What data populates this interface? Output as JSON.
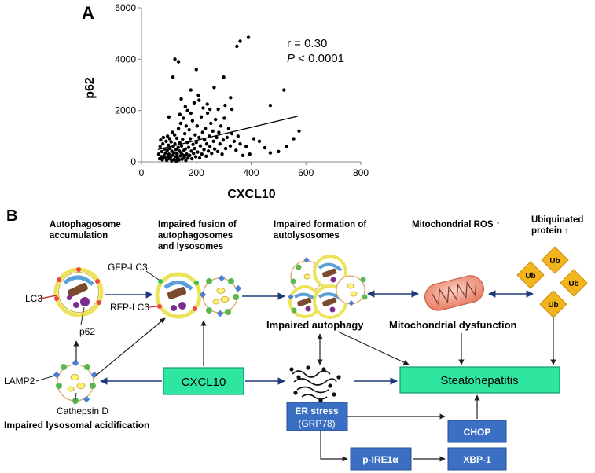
{
  "panel_a": {
    "letter": "A",
    "xlabel": "CXCL10",
    "ylabel": "p62",
    "stat_r": "r = 0.30",
    "stat_p_italic": "P",
    "stat_p_rest": " < 0.0001",
    "xticks": [
      "0",
      "200",
      "400",
      "600",
      "800"
    ],
    "yticks": [
      "0",
      "2000",
      "4000",
      "6000"
    ]
  },
  "chart_data": {
    "type": "scatter",
    "xlabel": "CXCL10",
    "ylabel": "p62",
    "xlim": [
      0,
      800
    ],
    "ylim": [
      0,
      6000
    ],
    "x_ticks": [
      0,
      200,
      400,
      600,
      800
    ],
    "y_ticks": [
      0,
      2000,
      4000,
      6000
    ],
    "annotations": [
      "r = 0.30",
      "P < 0.0001"
    ],
    "trend_line": {
      "x": [
        60,
        570
      ],
      "y": [
        480,
        1780
      ]
    },
    "points": [
      [
        63,
        300
      ],
      [
        66,
        120
      ],
      [
        68,
        600
      ],
      [
        70,
        850
      ],
      [
        72,
        200
      ],
      [
        74,
        400
      ],
      [
        76,
        80
      ],
      [
        78,
        700
      ],
      [
        80,
        950
      ],
      [
        82,
        250
      ],
      [
        84,
        500
      ],
      [
        86,
        150
      ],
      [
        88,
        350
      ],
      [
        90,
        800
      ],
      [
        92,
        60
      ],
      [
        94,
        450
      ],
      [
        95,
        1000
      ],
      [
        96,
        220
      ],
      [
        98,
        650
      ],
      [
        100,
        300
      ],
      [
        101,
        120
      ],
      [
        103,
        900
      ],
      [
        104,
        520
      ],
      [
        106,
        180
      ],
      [
        108,
        780
      ],
      [
        110,
        40
      ],
      [
        111,
        410
      ],
      [
        113,
        1150
      ],
      [
        114,
        260
      ],
      [
        116,
        600
      ],
      [
        118,
        90
      ],
      [
        119,
        350
      ],
      [
        121,
        1050
      ],
      [
        122,
        700
      ],
      [
        124,
        200
      ],
      [
        126,
        480
      ],
      [
        127,
        30
      ],
      [
        129,
        920
      ],
      [
        130,
        310
      ],
      [
        132,
        150
      ],
      [
        134,
        560
      ],
      [
        135,
        1300
      ],
      [
        137,
        80
      ],
      [
        138,
        420
      ],
      [
        140,
        740
      ],
      [
        142,
        230
      ],
      [
        143,
        1500
      ],
      [
        145,
        350
      ],
      [
        146,
        620
      ],
      [
        148,
        100
      ],
      [
        150,
        880
      ],
      [
        152,
        260
      ],
      [
        153,
        1700
      ],
      [
        155,
        450
      ],
      [
        157,
        180
      ],
      [
        158,
        1100
      ],
      [
        160,
        500
      ],
      [
        162,
        60
      ],
      [
        163,
        1400
      ],
      [
        165,
        300
      ],
      [
        167,
        760
      ],
      [
        168,
        2000
      ],
      [
        170,
        150
      ],
      [
        172,
        560
      ],
      [
        174,
        1250
      ],
      [
        176,
        250
      ],
      [
        178,
        900
      ],
      [
        180,
        1900
      ],
      [
        182,
        420
      ],
      [
        184,
        120
      ],
      [
        186,
        1600
      ],
      [
        188,
        680
      ],
      [
        190,
        330
      ],
      [
        192,
        2300
      ],
      [
        194,
        520
      ],
      [
        196,
        1050
      ],
      [
        198,
        200
      ],
      [
        200,
        760
      ],
      [
        203,
        1400
      ],
      [
        205,
        380
      ],
      [
        208,
        2600
      ],
      [
        210,
        950
      ],
      [
        212,
        150
      ],
      [
        215,
        620
      ],
      [
        218,
        1750
      ],
      [
        220,
        300
      ],
      [
        223,
        1150
      ],
      [
        225,
        2100
      ],
      [
        228,
        480
      ],
      [
        230,
        850
      ],
      [
        233,
        1300
      ],
      [
        236,
        220
      ],
      [
        238,
        700
      ],
      [
        241,
        1900
      ],
      [
        244,
        420
      ],
      [
        247,
        1000
      ],
      [
        250,
        600
      ],
      [
        253,
        1500
      ],
      [
        256,
        330
      ],
      [
        260,
        1200
      ],
      [
        263,
        800
      ],
      [
        267,
        500
      ],
      [
        270,
        1650
      ],
      [
        274,
        950
      ],
      [
        278,
        400
      ],
      [
        282,
        1150
      ],
      [
        286,
        700
      ],
      [
        290,
        1400
      ],
      [
        294,
        300
      ],
      [
        298,
        850
      ],
      [
        302,
        1700
      ],
      [
        307,
        520
      ],
      [
        312,
        950
      ],
      [
        318,
        1300
      ],
      [
        324,
        620
      ],
      [
        330,
        1100
      ],
      [
        338,
        800
      ],
      [
        345,
        450
      ],
      [
        352,
        1000
      ],
      [
        360,
        700
      ],
      [
        370,
        250
      ],
      [
        382,
        600
      ],
      [
        395,
        300
      ],
      [
        410,
        900
      ],
      [
        430,
        800
      ],
      [
        450,
        550
      ],
      [
        470,
        350
      ],
      [
        500,
        400
      ],
      [
        530,
        600
      ],
      [
        555,
        900
      ],
      [
        575,
        1200
      ],
      [
        115,
        3300
      ],
      [
        122,
        4000
      ],
      [
        135,
        3900
      ],
      [
        200,
        3600
      ],
      [
        265,
        2900
      ],
      [
        300,
        3300
      ],
      [
        325,
        2500
      ],
      [
        348,
        4500
      ],
      [
        360,
        4700
      ],
      [
        390,
        4850
      ],
      [
        520,
        2800
      ],
      [
        470,
        2200
      ],
      [
        145,
        2450
      ],
      [
        240,
        2250
      ],
      [
        180,
        2800
      ],
      [
        330,
        2050
      ],
      [
        210,
        2400
      ],
      [
        160,
        2150
      ],
      [
        280,
        2050
      ],
      [
        140,
        1850
      ],
      [
        100,
        1750
      ],
      [
        250,
        2050
      ],
      [
        305,
        2200
      ]
    ]
  },
  "panel_b": {
    "letter": "B",
    "headers": {
      "h1_line1": "Autophagosome",
      "h1_line2": "accumulation",
      "h2_line1": "Impaired fusion of",
      "h2_line2": "autophagosomes",
      "h2_line3": "and lysosomes",
      "h3_line1": "Impaired formation of",
      "h3_line2": "autolysosomes",
      "h4": "Mitochondrial ROS ↑",
      "h5_line1": "Ubiquinated",
      "h5_line2": "protein ↑"
    },
    "labels": {
      "lc3": "LC3",
      "p62": "p62",
      "gfp_lc3": "GFP-LC3",
      "rfp_lc3": "RFP-LC3",
      "lamp2": "LAMP2",
      "cathepsin": "Cathepsin D",
      "impaired_acid": "Impaired lysosomal acidification",
      "impaired_autophagy": "Impaired autophagy",
      "mito_dys": "Mitochondrial dysfunction"
    },
    "boxes": {
      "cxcl10": "CXCL10",
      "steato": "Steatohepatitis",
      "er_line1": "ER stress",
      "er_line2": "(GRP78)",
      "chop": "CHOP",
      "pire1": "p-IRE1α",
      "xbp1": "XBP-1"
    },
    "ub": "Ub",
    "colors": {
      "green_box": "#2EE6A0",
      "blue_box": "#3A6FC4",
      "ub_yellow": "#F2B51E",
      "mito": "#F4A38A",
      "vesicle_ring": "#EDE35A",
      "arrow": "#1F3A78"
    }
  }
}
